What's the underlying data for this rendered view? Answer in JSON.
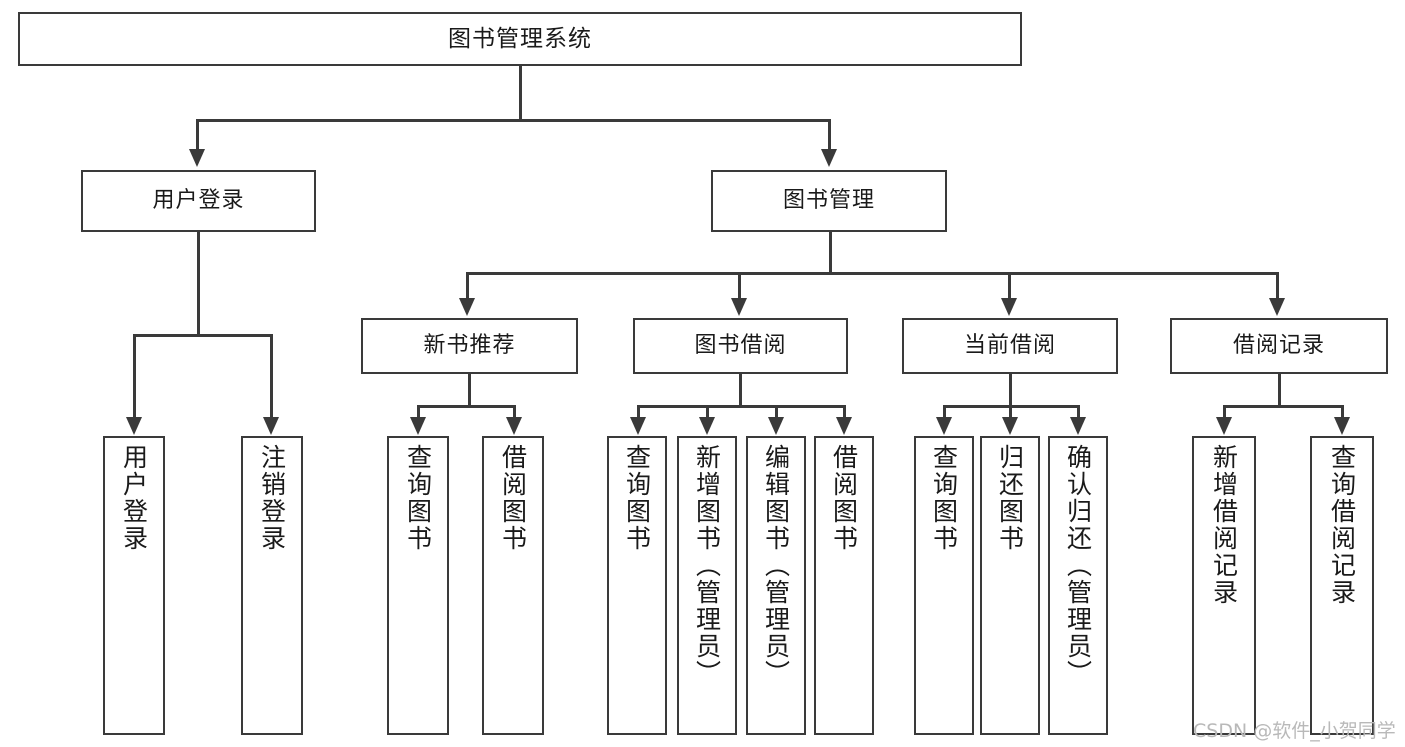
{
  "diagram": {
    "type": "tree-hierarchy-diagram",
    "title": "图书管理系统",
    "root": {
      "label": "图书管理系统"
    },
    "level2": [
      {
        "label": "用户登录"
      },
      {
        "label": "图书管理"
      }
    ],
    "level3": [
      {
        "label": "新书推荐"
      },
      {
        "label": "图书借阅"
      },
      {
        "label": "当前借阅"
      },
      {
        "label": "借阅记录"
      }
    ],
    "leaves": {
      "user_login": [
        {
          "label": "用户登录"
        },
        {
          "label": "注销登录"
        }
      ],
      "new_book_recommend": [
        {
          "label": "查询图书"
        },
        {
          "label": "借阅图书"
        }
      ],
      "book_borrow": [
        {
          "label": "查询图书"
        },
        {
          "label": "新增图书（管理员）"
        },
        {
          "label": "编辑图书（管理员）"
        },
        {
          "label": "借阅图书"
        }
      ],
      "current_borrow": [
        {
          "label": "查询图书"
        },
        {
          "label": "归还图书"
        },
        {
          "label": "确认归还（管理员）"
        }
      ],
      "borrow_record": [
        {
          "label": "新增借阅记录"
        },
        {
          "label": "查询借阅记录"
        }
      ]
    }
  },
  "watermark": {
    "text": "CSDN @软件_小贺同学"
  },
  "colors": {
    "line": "#3a3a3a",
    "box_fill": "#ffffff",
    "text": "#1a1a1a",
    "watermark": "#b9b9b9",
    "background": "#ffffff"
  }
}
